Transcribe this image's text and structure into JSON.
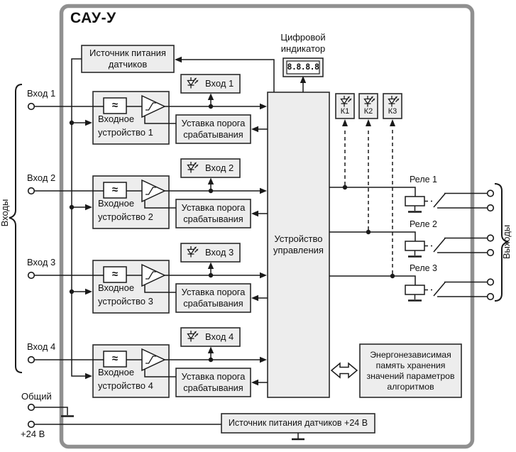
{
  "device_title": "САУ-У",
  "groups": {
    "inputs_label": "Входы",
    "outputs_label": "Выходы"
  },
  "power": {
    "sensor_supply_label": "Источник питания датчиков",
    "bottom_supply_label": "Источник питания датчиков +24 В",
    "common_terminal_label": "Общий",
    "plus24_terminal_label": "+24 В"
  },
  "indicator": {
    "label": "Цифровой индикатор",
    "display_value": "8.8.8.8"
  },
  "control_unit_label": "Устройство управления",
  "memory_label": "Энергонезависимая память хранения значений параметров алгоритмов",
  "channels": [
    {
      "input_label": "Вход 1",
      "device_label": "Входное устройство 1",
      "filter_symbol": "≈",
      "led_label": "Вход 1",
      "threshold_label": "Уставка порога срабатывания"
    },
    {
      "input_label": "Вход 2",
      "device_label": "Входное устройство 2",
      "filter_symbol": "≈",
      "led_label": "Вход 2",
      "threshold_label": "Уставка порога срабатывания"
    },
    {
      "input_label": "Вход 3",
      "device_label": "Входное устройство 3",
      "filter_symbol": "≈",
      "led_label": "Вход 3",
      "threshold_label": "Уставка порога срабатывания"
    },
    {
      "input_label": "Вход 4",
      "device_label": "Входное устройство 4",
      "filter_symbol": "≈",
      "led_label": "Вход 4",
      "threshold_label": "Уставка порога срабатывания"
    }
  ],
  "relays": [
    {
      "label": "Реле 1",
      "led_label": "К1"
    },
    {
      "label": "Реле 2",
      "led_label": "К2"
    },
    {
      "label": "Реле 3",
      "led_label": "К3"
    }
  ],
  "icons": {
    "led": "led-diode-icon",
    "comparator": "comparator-triangle-icon",
    "ground": "ground-icon",
    "memory_link": "double-headed-arrow-icon"
  },
  "colors": {
    "block_fill": "#ededed",
    "device_border": "#909090",
    "line": "#1a1a1a",
    "background": "#ffffff"
  }
}
